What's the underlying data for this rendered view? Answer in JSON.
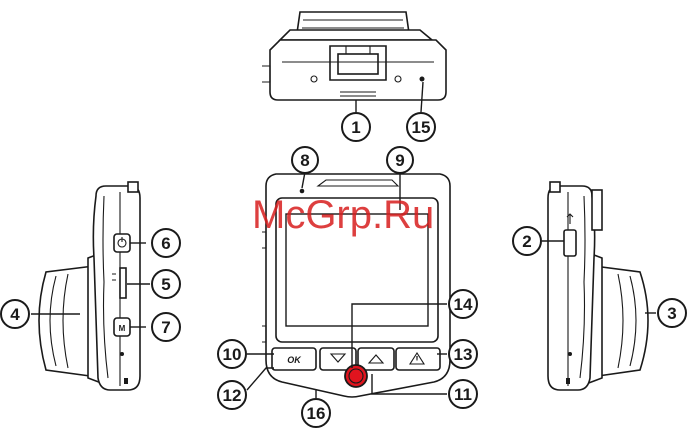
{
  "watermark": "McGrp.Ru",
  "callouts": {
    "c1": "1",
    "c2": "2",
    "c3": "3",
    "c4": "4",
    "c5": "5",
    "c6": "6",
    "c7": "7",
    "c8": "8",
    "c9": "9",
    "c10": "10",
    "c11": "11",
    "c12": "12",
    "c13": "13",
    "c14": "14",
    "c15": "15",
    "c16": "16"
  },
  "button_labels": {
    "ok": "OK",
    "side_small": "M"
  },
  "colors": {
    "record_button": "#e0141e",
    "watermark": "#d81e1e",
    "lines": "#1a1a1a"
  }
}
